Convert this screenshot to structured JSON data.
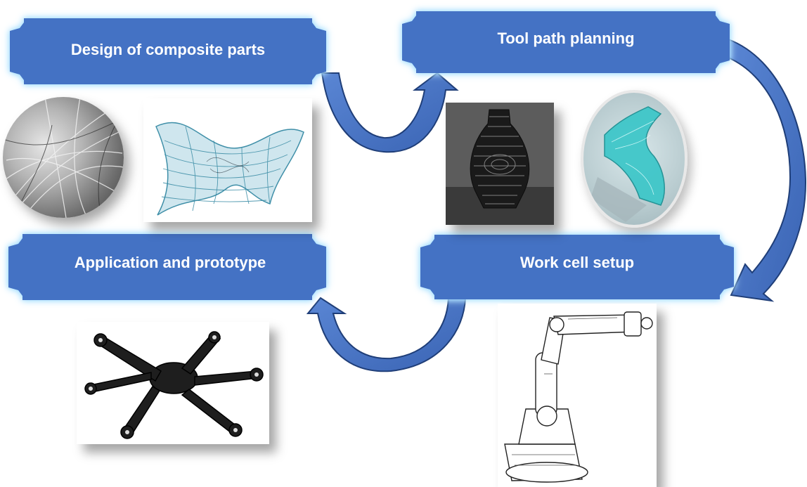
{
  "steps": {
    "design": {
      "label": "Design of composite parts"
    },
    "toolpath": {
      "label": "Tool path planning"
    },
    "workcell": {
      "label": "Work cell setup"
    },
    "application": {
      "label": "Application and prototype"
    }
  },
  "colors": {
    "banner_fill": "#4472c4",
    "banner_glow": "#9fdcff",
    "arrow_fill": "#4472c4",
    "arrow_stroke": "#1f3e78"
  },
  "images": {
    "fibers": "natural-fiber-photo",
    "freeform": "fiber-path-surface-render",
    "vase": "layered-vase-render",
    "mold": "toolpath-mold-render",
    "star": "composite-star-part-photo",
    "robot": "industrial-robot-arm-drawing"
  }
}
